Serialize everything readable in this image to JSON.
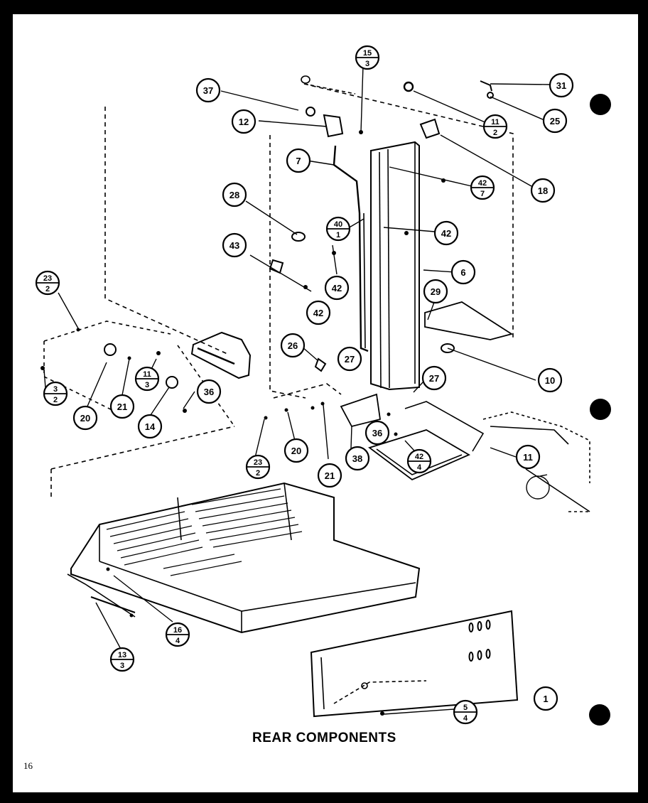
{
  "title": "REAR COMPONENTS",
  "page_number": "16",
  "callouts": [
    {
      "id": "c-15-3",
      "main": "15",
      "sub": "3"
    },
    {
      "id": "c-37",
      "main": "37"
    },
    {
      "id": "c-12",
      "main": "12"
    },
    {
      "id": "c-11-2",
      "main": "11",
      "sub": "2"
    },
    {
      "id": "c-31",
      "main": "31"
    },
    {
      "id": "c-25",
      "main": "25"
    },
    {
      "id": "c-18",
      "main": "18"
    },
    {
      "id": "c-7",
      "main": "7"
    },
    {
      "id": "c-42-7",
      "main": "42",
      "sub": "7"
    },
    {
      "id": "c-28",
      "main": "28"
    },
    {
      "id": "c-40-1",
      "main": "40",
      "sub": "1"
    },
    {
      "id": "c-42a",
      "main": "42"
    },
    {
      "id": "c-43",
      "main": "43"
    },
    {
      "id": "c-6",
      "main": "6"
    },
    {
      "id": "c-42b",
      "main": "42"
    },
    {
      "id": "c-42c",
      "main": "42"
    },
    {
      "id": "c-29",
      "main": "29"
    },
    {
      "id": "c-23-2a",
      "main": "23",
      "sub": "2"
    },
    {
      "id": "c-26",
      "main": "26"
    },
    {
      "id": "c-27a",
      "main": "27"
    },
    {
      "id": "c-10",
      "main": "10"
    },
    {
      "id": "c-27b",
      "main": "27"
    },
    {
      "id": "c-3-2",
      "main": "3",
      "sub": "2"
    },
    {
      "id": "c-11-3",
      "main": "11",
      "sub": "3"
    },
    {
      "id": "c-36a",
      "main": "36"
    },
    {
      "id": "c-20a",
      "main": "20"
    },
    {
      "id": "c-21a",
      "main": "21"
    },
    {
      "id": "c-14",
      "main": "14"
    },
    {
      "id": "c-36b",
      "main": "36"
    },
    {
      "id": "c-23-2b",
      "main": "23",
      "sub": "2"
    },
    {
      "id": "c-20b",
      "main": "20"
    },
    {
      "id": "c-21b",
      "main": "21"
    },
    {
      "id": "c-38",
      "main": "38"
    },
    {
      "id": "c-42-4",
      "main": "42",
      "sub": "4"
    },
    {
      "id": "c-11",
      "main": "11"
    },
    {
      "id": "c-16-4",
      "main": "16",
      "sub": "4"
    },
    {
      "id": "c-13-3",
      "main": "13",
      "sub": "3"
    },
    {
      "id": "c-1",
      "main": "1"
    },
    {
      "id": "c-5-4",
      "main": "5",
      "sub": "4"
    }
  ]
}
